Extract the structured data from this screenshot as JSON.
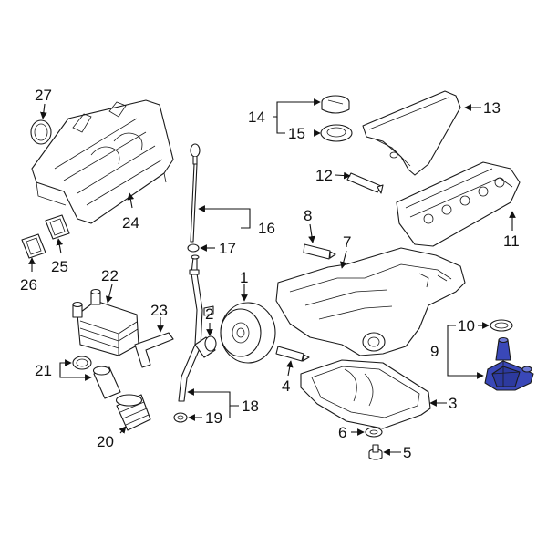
{
  "colors": {
    "line": "#1a1a1a",
    "background": "#ffffff",
    "highlight": "#3a48b8",
    "highlight_light": "#6f7ad6"
  },
  "callouts": [
    "1",
    "2",
    "3",
    "4",
    "5",
    "6",
    "7",
    "8",
    "9",
    "10",
    "11",
    "12",
    "13",
    "14",
    "15",
    "16",
    "17",
    "18",
    "19",
    "20",
    "21",
    "22",
    "23",
    "24",
    "25",
    "26",
    "27"
  ],
  "highlighted_part": "9"
}
